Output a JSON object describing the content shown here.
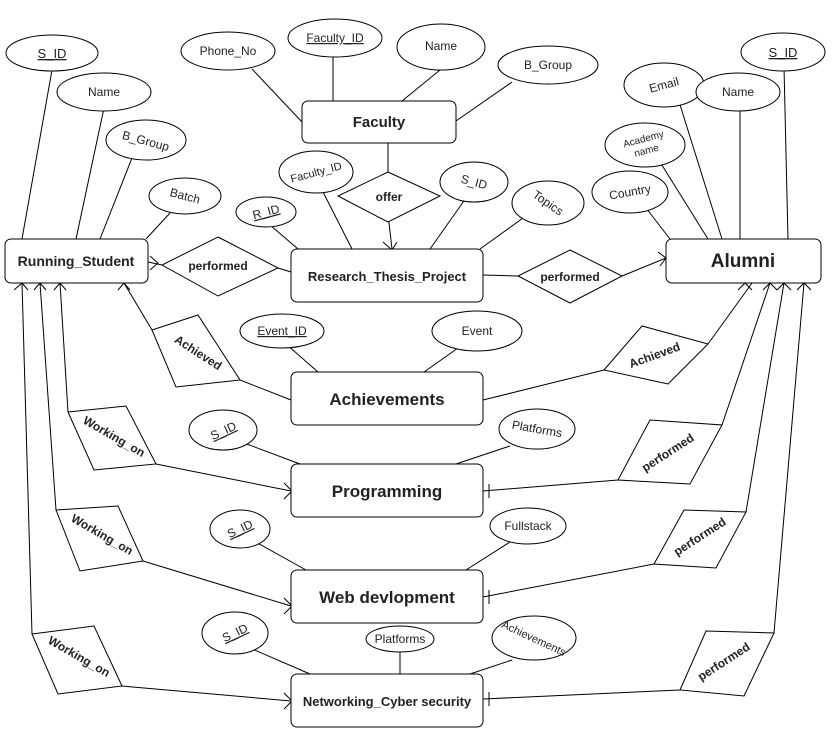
{
  "entities": {
    "faculty": "Faculty",
    "running_student": "Running_Student",
    "research": "Research_Thesis_Project",
    "alumni": "Alumni",
    "achievements": "Achievements",
    "programming": "Programming",
    "web": "Web devlopment",
    "networking": "Networking_Cyber security"
  },
  "attributes": {
    "rs_sid": "S_ID",
    "rs_name": "Name",
    "rs_bgroup": "B_Group",
    "rs_batch": "Batch",
    "f_phone": "Phone_No",
    "f_id": "Faculty_ID",
    "f_name": "Name",
    "f_bgroup": "B_Group",
    "r_facid": "Faculty_ID",
    "r_rid": "R_ID",
    "r_sid": "S_ID",
    "r_topics": "Topics",
    "a_email": "Email",
    "a_name": "Name",
    "a_sid": "S_ID",
    "a_academy_1": "Academy",
    "a_academy_2": "name",
    "a_country": "Country",
    "ach_eventid": "Event_ID",
    "ach_event": "Event",
    "p_sid": "S_ID",
    "p_platforms": "Platforms",
    "w_sid": "S_ID",
    "w_fullstack": "Fullstack",
    "n_sid": "S_ID",
    "n_platforms": "Platforms",
    "n_achievements": "Achievements"
  },
  "relationships": {
    "offer": "offer",
    "rs_performed": "performed",
    "al_performed": "performed",
    "rs_achieved": "Achieved",
    "al_achieved": "Achieved",
    "working_on_1": "Working_on",
    "working_on_2": "Working_on",
    "working_on_3": "Working_on",
    "performed_1": "performed",
    "performed_2": "performed",
    "performed_3": "performed"
  }
}
